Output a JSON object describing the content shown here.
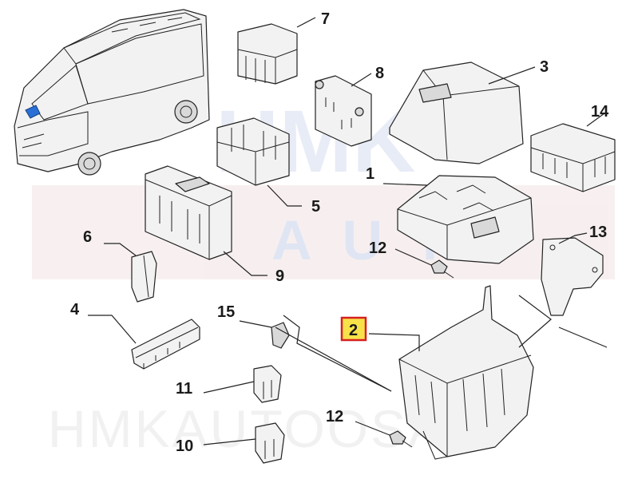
{
  "watermark": {
    "logo_letters": "HMK",
    "logo_sub": "AUTO",
    "footer_text": "HMKAUTOOSAD",
    "color": "#c9d3e8",
    "accent_color": "#e8c9c9"
  },
  "callouts": [
    {
      "id": "1",
      "label": "1"
    },
    {
      "id": "2",
      "label": "2",
      "highlighted": true
    },
    {
      "id": "3",
      "label": "3"
    },
    {
      "id": "4",
      "label": "4"
    },
    {
      "id": "5",
      "label": "5"
    },
    {
      "id": "6",
      "label": "6"
    },
    {
      "id": "7",
      "label": "7"
    },
    {
      "id": "8",
      "label": "8"
    },
    {
      "id": "9",
      "label": "9"
    },
    {
      "id": "10",
      "label": "10"
    },
    {
      "id": "11",
      "label": "11"
    },
    {
      "id": "12a",
      "label": "12"
    },
    {
      "id": "12b",
      "label": "12"
    },
    {
      "id": "13",
      "label": "13"
    },
    {
      "id": "14",
      "label": "14"
    },
    {
      "id": "15",
      "label": "15"
    }
  ],
  "highlight": {
    "fill": "#f7e24a",
    "border": "#d62020"
  },
  "vehicle": {
    "marker_color": "#2a6fd6",
    "marker_icon": "fuse-box-location-marker"
  }
}
